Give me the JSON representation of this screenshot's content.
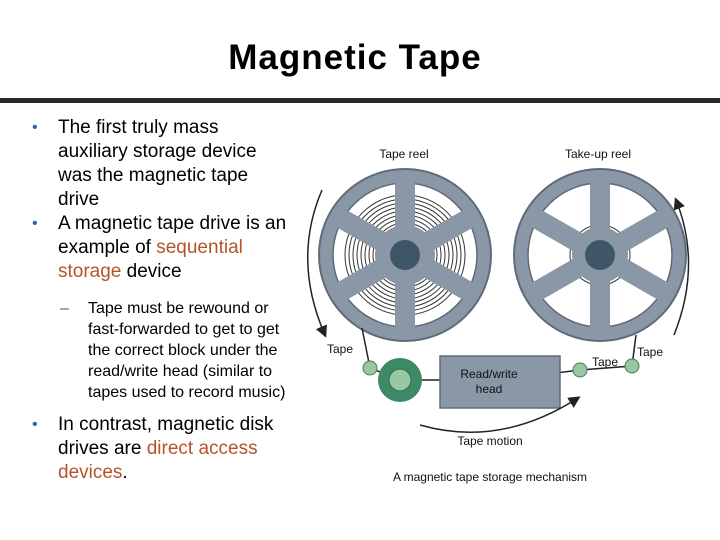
{
  "slide": {
    "title": "Magnetic Tape",
    "bullets": [
      {
        "marker": "•",
        "text": "The first truly mass auxiliary storage device was the magnetic tape drive"
      },
      {
        "marker": "•",
        "pre": "A magnetic tape drive is an example of ",
        "highlight": "sequential storage",
        "post": " device",
        "highlight_color": "#b5532a",
        "sub": {
          "marker": "–",
          "text": "Tape must be rewound or fast-forwarded to get to get the correct block under the read/write head (similar to tapes used to record music)"
        }
      },
      {
        "marker": "•",
        "pre": "In contrast, magnetic disk drives are ",
        "highlight": "direct access devices",
        "post": "."
      }
    ]
  },
  "figure": {
    "labels": {
      "tape_reel": "Tape reel",
      "takeup_reel": "Take-up reel",
      "tape_left": "Tape",
      "tape_middle": "Tape",
      "tape_right": "Tape",
      "head_line1": "Read/write",
      "head_line2": "head",
      "tape_motion": "Tape motion"
    },
    "caption": "A magnetic tape storage mechanism",
    "colors": {
      "reel": "#8a97a6",
      "hub": "#3f5568",
      "roller": "#9bc6a3",
      "capstan": "#3f8a66",
      "head": "#8a97a6"
    }
  }
}
